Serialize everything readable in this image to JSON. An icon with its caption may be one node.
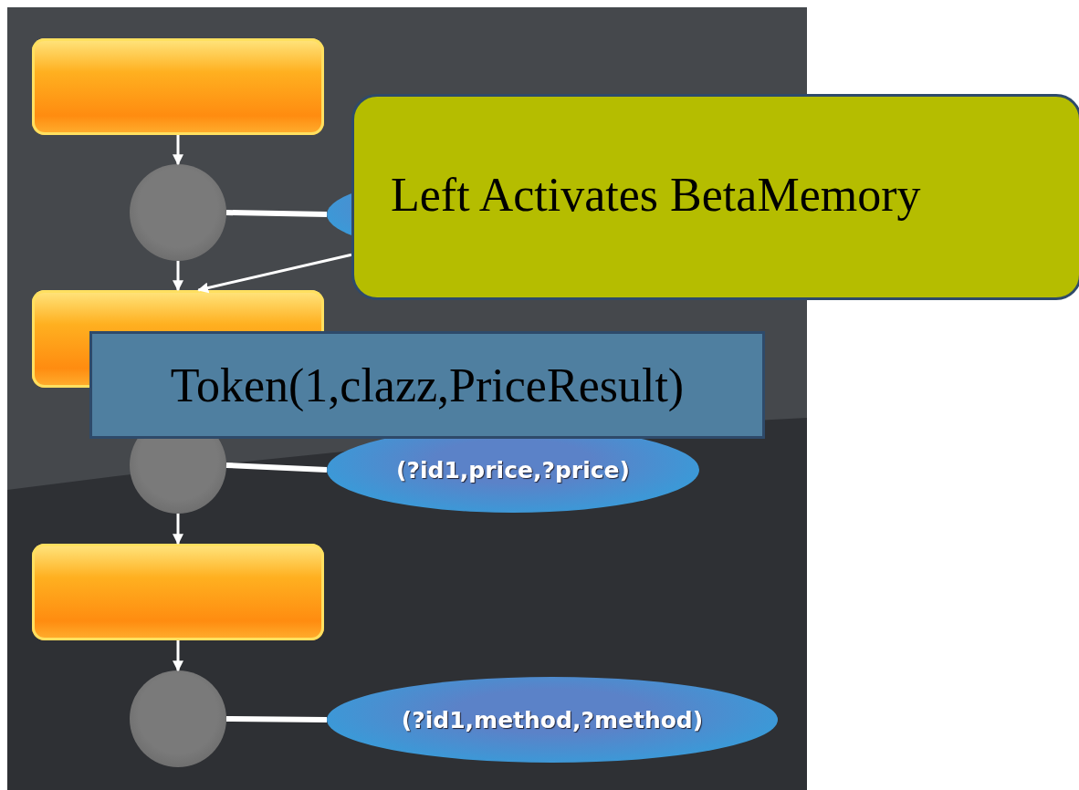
{
  "diagram": {
    "nodes": [
      {
        "text": [],
        "shape": "box"
      },
      {
        "text": [],
        "shape": "circle"
      },
      {
        "text": [],
        "shape": "ellipse"
      },
      {
        "text": [],
        "shape": "box"
      },
      {
        "text": [],
        "shape": "circle"
      },
      {
        "text": [
          "(?id1,price,?price)"
        ]
      },
      {
        "text": [],
        "shape": "box"
      },
      {
        "text": [],
        "shape": "circle"
      },
      {
        "text": [
          "(?id1,method,?method)"
        ]
      },
      {
        "text": [
          "Left Activates BetaMemory"
        ]
      },
      {
        "text": [
          "Token(1,clazz,PriceResult)"
        ]
      }
    ],
    "edges": [
      {
        "from": 0,
        "to": 1,
        "arrow": "to"
      },
      {
        "from": 1,
        "to": 2,
        "arrow": "none",
        "style": "thick"
      },
      {
        "from": 1,
        "to": 3,
        "arrow": "to"
      },
      {
        "from": 4,
        "to": 5,
        "arrow": "none",
        "style": "thick"
      },
      {
        "from": 4,
        "to": 6,
        "arrow": "to"
      },
      {
        "from": 6,
        "to": 7,
        "arrow": "to"
      },
      {
        "from": 7,
        "to": 8,
        "arrow": "none",
        "style": "thick"
      },
      {
        "from": 9,
        "to": 3,
        "arrow": "to"
      }
    ]
  }
}
